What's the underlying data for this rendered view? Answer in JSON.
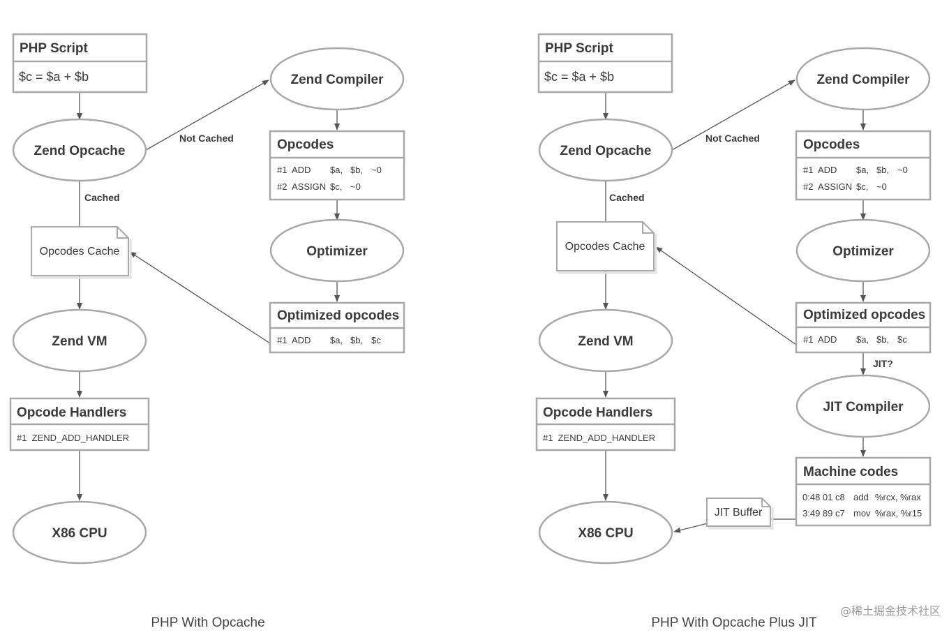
{
  "left": {
    "script": {
      "title": "PHP Script",
      "code": "$c = $a + $b"
    },
    "zend_opcache": "Zend Opcache",
    "not_cached": "Not Cached",
    "cached": "Cached",
    "zend_compiler": "Zend Compiler",
    "opcodes": {
      "title": "Opcodes",
      "rows": [
        [
          "#1",
          "ADD",
          "$a,",
          "$b,",
          "~0"
        ],
        [
          "#2",
          "ASSIGN",
          "$c,",
          "~0",
          ""
        ]
      ]
    },
    "opcodes_cache": "Opcodes Cache",
    "optimizer": "Optimizer",
    "optimized": {
      "title": "Optimized opcodes",
      "rows": [
        [
          "#1",
          "ADD",
          "$a,",
          "$b,",
          "$c"
        ]
      ]
    },
    "zend_vm": "Zend VM",
    "handlers": {
      "title": "Opcode Handlers",
      "row": "#1  ZEND_ADD_HANDLER"
    },
    "cpu": "X86 CPU",
    "caption": "PHP With Opcache"
  },
  "right": {
    "script": {
      "title": "PHP Script",
      "code": "$c = $a + $b"
    },
    "zend_opcache": "Zend Opcache",
    "not_cached": "Not Cached",
    "cached": "Cached",
    "zend_compiler": "Zend Compiler",
    "opcodes": {
      "title": "Opcodes",
      "rows": [
        [
          "#1",
          "ADD",
          "$a,",
          "$b,",
          "~0"
        ],
        [
          "#2",
          "ASSIGN",
          "$c,",
          "~0",
          ""
        ]
      ]
    },
    "opcodes_cache": "Opcodes Cache",
    "optimizer": "Optimizer",
    "optimized": {
      "title": "Optimized opcodes",
      "rows": [
        [
          "#1",
          "ADD",
          "$a,",
          "$b,",
          "$c"
        ]
      ]
    },
    "jit_question": "JIT?",
    "jit_compiler": "JIT Compiler",
    "machine": {
      "title": "Machine codes",
      "rows": [
        [
          "0:48 01 c8",
          "add",
          "%rcx, %rax"
        ],
        [
          "3:49 89 c7",
          "mov",
          "%rax, %r15"
        ]
      ]
    },
    "jit_buffer": "JIT Buffer",
    "zend_vm": "Zend VM",
    "handlers": {
      "title": "Opcode Handlers",
      "row": "#1  ZEND_ADD_HANDLER"
    },
    "cpu": "X86 CPU",
    "caption": "PHP With Opcache Plus JIT"
  },
  "watermark": "@稀土掘金技术社区",
  "colors": {
    "stroke": "#a8a8a8",
    "edge": "#555555",
    "text": "#3a3a3a"
  }
}
